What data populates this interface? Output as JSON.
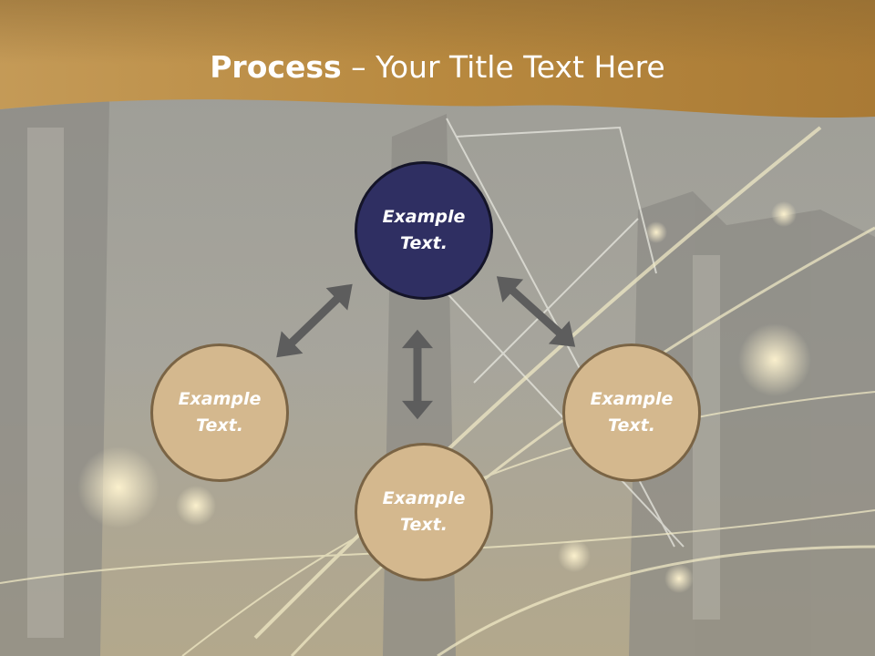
{
  "slide": {
    "title_bold": "Process",
    "title_rest": " – Your Title Text Here"
  },
  "colors": {
    "banner": "#b98a45",
    "top_circle_fill": "#2f2f62",
    "circle_fill": "#d4b88e",
    "circle_border": "#7a6445",
    "arrow": "#5d5d5d"
  },
  "nodes": {
    "top": "Example\nText.",
    "left": "Example\nText.",
    "right": "Example\nText.",
    "bottom": "Example\nText."
  }
}
